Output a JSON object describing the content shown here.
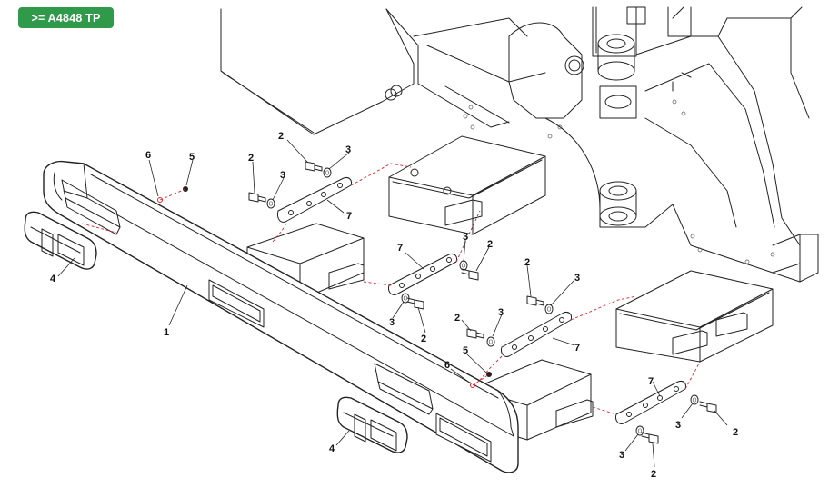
{
  "badge": {
    "label": ">= A4848 TP",
    "color": "#2f9a49"
  },
  "callouts": {
    "c1": "1",
    "c2a": "2",
    "c2b": "2",
    "c2c": "2",
    "c2d": "2",
    "c2e": "2",
    "c2f": "2",
    "c2g": "2",
    "c2h": "2",
    "c3a": "3",
    "c3b": "3",
    "c3c": "3",
    "c3d": "3",
    "c3e": "3",
    "c3f": "3",
    "c3g": "3",
    "c3h": "3",
    "c4a": "4",
    "c4b": "4",
    "c5a": "5",
    "c5b": "5",
    "c6a": "6",
    "c6b": "6",
    "c7a": "7",
    "c7b": "7",
    "c7c": "7",
    "c7d": "7"
  },
  "colors": {
    "dashed_connection": "#d9262e",
    "line": "#222222"
  }
}
